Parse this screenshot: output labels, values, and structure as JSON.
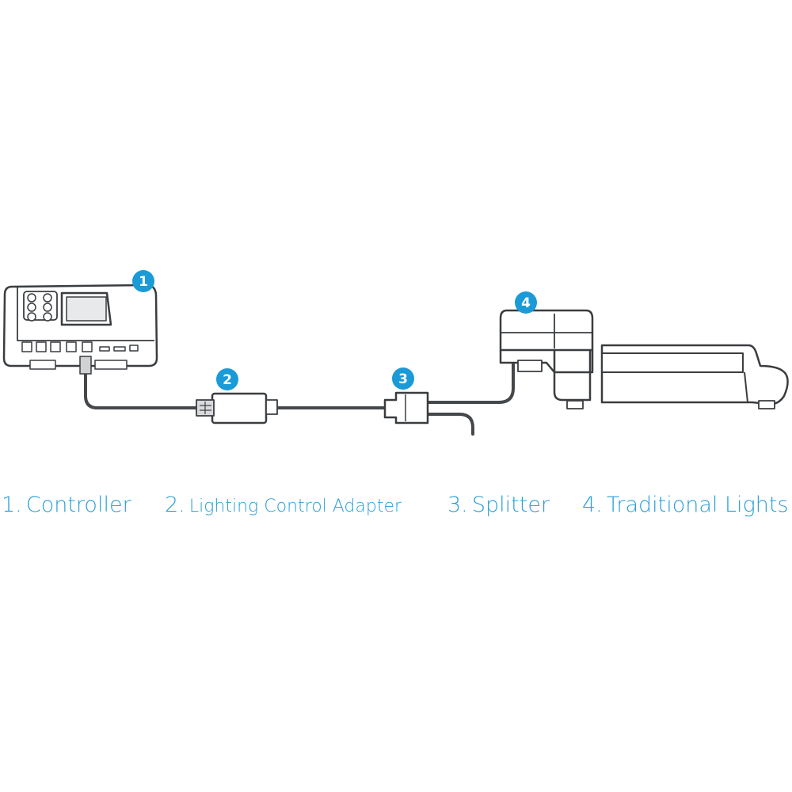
{
  "badges": {
    "b1": "1",
    "b2": "2",
    "b3": "3",
    "b4": "4"
  },
  "labels": [
    {
      "num": "1.",
      "text": "Controller"
    },
    {
      "num": "2.",
      "text": "Lighting Control Adapter"
    },
    {
      "num": "3.",
      "text": "Splitter"
    },
    {
      "num": "4.",
      "text": "Traditional Lights"
    }
  ],
  "colors": {
    "accent": "#1a9ad7",
    "line": "#3a3d40"
  },
  "icons": [
    "controller-device",
    "adapter-box",
    "splitter-connector",
    "light-fixture"
  ]
}
